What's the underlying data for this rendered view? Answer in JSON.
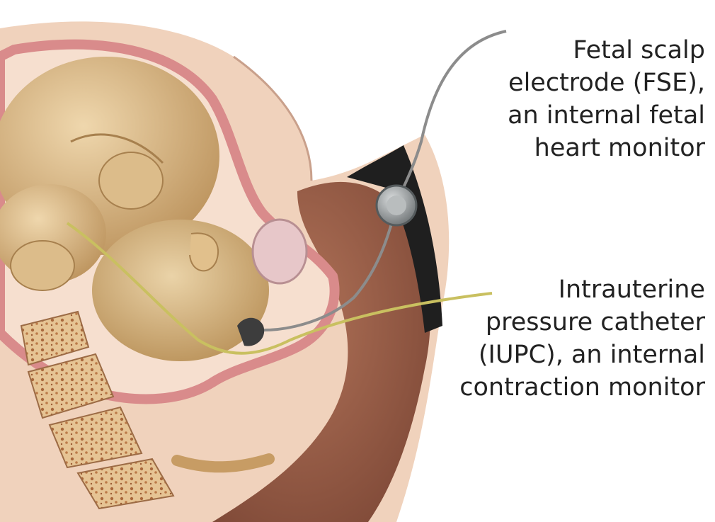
{
  "labels": {
    "fse": {
      "lines": [
        "Fetal scalp",
        "electrode (FSE),",
        "an internal fetal",
        "heart monitor"
      ]
    },
    "iupc": {
      "lines": [
        "Intrauterine",
        "pressure catheter",
        "(IUPC), an internal",
        "contraction monitor"
      ]
    }
  },
  "colors": {
    "skin": "#f0d2bc",
    "deep_skin": "#b87e63",
    "uterine_wall": "#d98b8b",
    "fetus": "#d7b683",
    "fse_wire": "#8c8c8c",
    "iupc_catheter": "#c9c060",
    "belt": "#1f1f1f"
  }
}
